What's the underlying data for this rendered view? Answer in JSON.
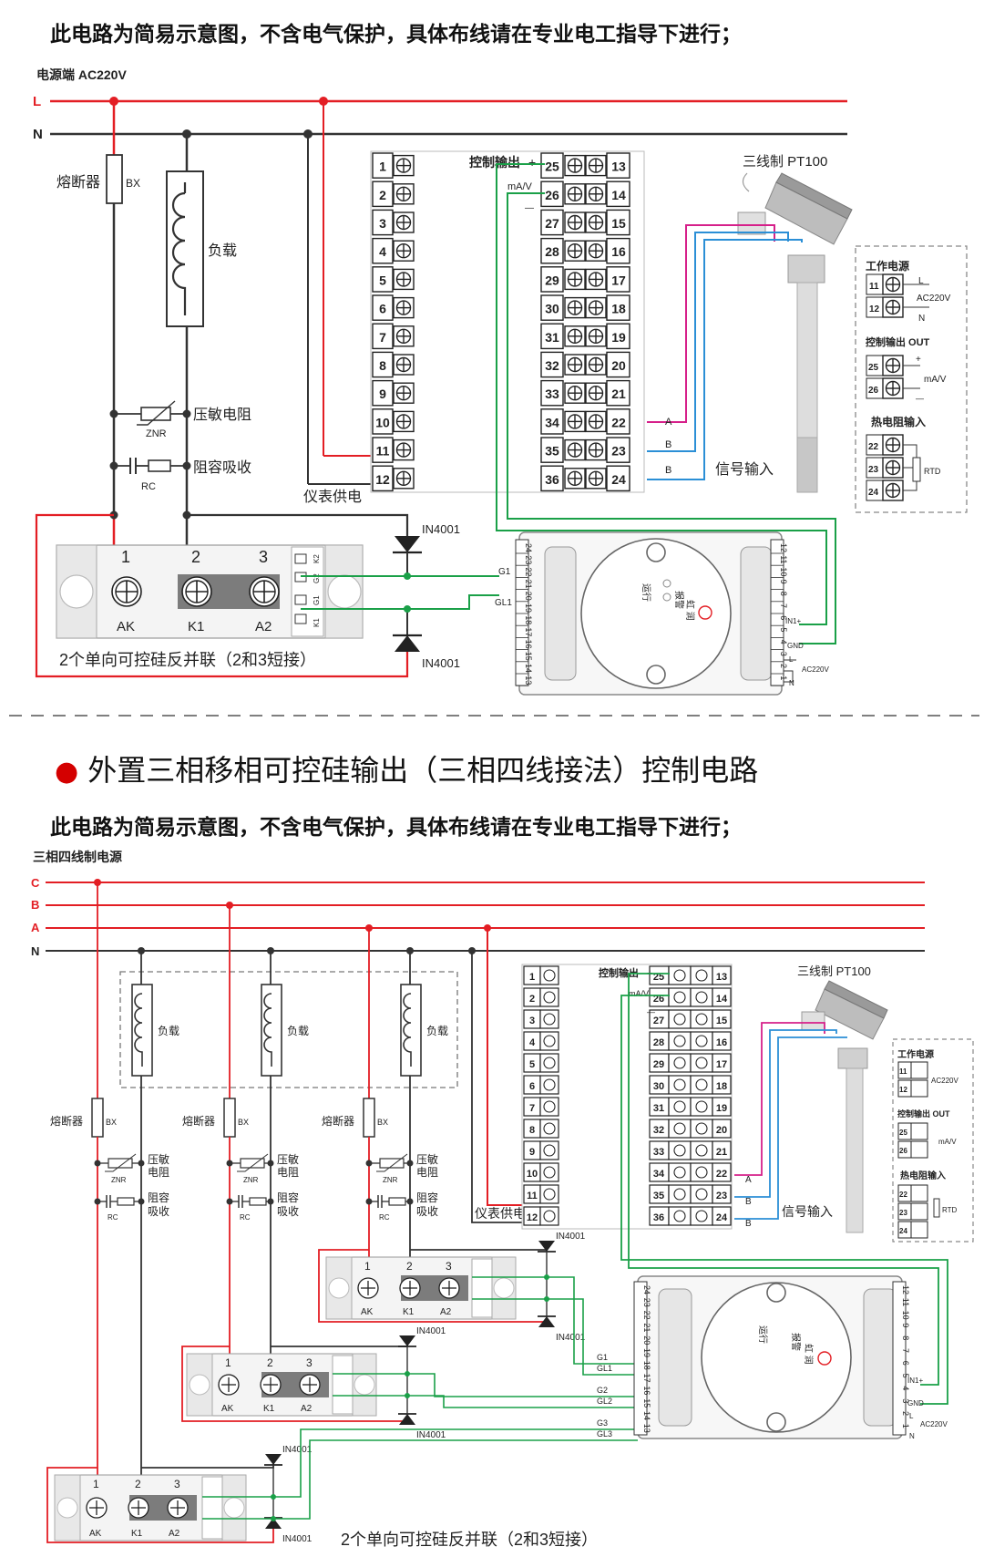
{
  "page": {
    "note_top": "此电路为简易示意图，不含电气保护，具体布线请在专业电工指导下进行；",
    "section_title": "外置三相移相可控硅输出（三相四线接法）控制电路",
    "note_bottom": "此电路为简易示意图，不含电气保护，具体布线请在专业电工指导下进行；"
  },
  "colors": {
    "phase": "#e31e24",
    "neutral": "#333333",
    "green": "#1aa048",
    "magenta": "#d6208a",
    "blue": "#2b8fd6",
    "grey": "#888888"
  },
  "top": {
    "source": "电源端   AC220V",
    "line_L": "L",
    "line_N": "N",
    "fuse": "熔断器",
    "fuse_code": "BX",
    "load": "负载",
    "varistor": "压敏电阻",
    "znr": "ZNR",
    "snubber": "阻容吸收",
    "rc": "RC",
    "meter_power": "仪表供电",
    "diode_upper": "IN4001",
    "diode_lower": "IN4001",
    "scr_labels": [
      "1",
      "2",
      "3"
    ],
    "scr_terms": [
      "AK",
      "K1",
      "A2"
    ],
    "scr_side": [
      "K2",
      "G2",
      "G1",
      "K1"
    ],
    "scr_caption": "2个单向可控硅反并联（2和3短接）",
    "ctrl_out": "控制输出",
    "plus": "+",
    "minus": "—",
    "ma_v": "mA/V",
    "signal_in": "信号输入",
    "sensor": "三线制  PT100",
    "wire_a": "A",
    "wire_b1": "B",
    "wire_b2": "B",
    "left_numbers": [
      "1",
      "2",
      "3",
      "4",
      "5",
      "6",
      "7",
      "8",
      "9",
      "10",
      "11",
      "12"
    ],
    "mid_numbers": [
      "25",
      "26",
      "27",
      "28",
      "29",
      "30",
      "31",
      "32",
      "33",
      "34",
      "35",
      "36"
    ],
    "right_numbers": [
      "13",
      "14",
      "15",
      "16",
      "17",
      "18",
      "19",
      "20",
      "21",
      "22",
      "23",
      "24"
    ],
    "module_left_pins": [
      "24",
      "23",
      "22",
      "21",
      "20",
      "19",
      "18",
      "17",
      "16",
      "15",
      "14",
      "13"
    ],
    "module_right_pins": [
      "12",
      "11",
      "10",
      "9",
      "8",
      "7",
      "6",
      "5",
      "4",
      "3",
      "2",
      "1"
    ],
    "module_g1": "G1",
    "module_gl1": "GL1",
    "module_in1": "IN1+",
    "module_gnd": "GND",
    "module_l": "L",
    "module_n": "N",
    "module_ac": "AC220V",
    "module_text1": "运行",
    "module_text2": "报警",
    "module_logo": "虹 润",
    "legend_power": "工作电源",
    "legend_11": "11",
    "legend_12": "12",
    "legend_L": "L",
    "legend_N": "N",
    "legend_ac": "AC220V",
    "legend_ctrl": "控制输出 OUT",
    "legend_25": "25",
    "legend_26": "26",
    "legend_plus": "+",
    "legend_minus": "—",
    "legend_mav": "mA/V",
    "legend_rtd_title": "热电阻输入",
    "legend_22": "22",
    "legend_23": "23",
    "legend_24": "24",
    "legend_rtd": "RTD"
  },
  "bottom": {
    "source": "三相四线制电源",
    "line_C": "C",
    "line_B": "B",
    "line_A": "A",
    "line_N": "N",
    "loads": [
      "负载",
      "负载",
      "负载"
    ],
    "fuses": [
      "熔断器",
      "熔断器",
      "熔断器"
    ],
    "fuse_code": "BX",
    "varistor_l1": "压敏",
    "varistor_l2": "电阻",
    "snubber_l1": "阻容",
    "snubber_l2": "吸收",
    "znr": "ZNR",
    "rc": "RC",
    "meter_power": "仪表供电",
    "diode": "IN4001",
    "scr_caption": "2个单向可控硅反并联（2和3短接）",
    "module_gates": [
      "G1",
      "GL1",
      "G2",
      "GL2",
      "G3",
      "GL3"
    ],
    "signal_in": "信号输入"
  }
}
